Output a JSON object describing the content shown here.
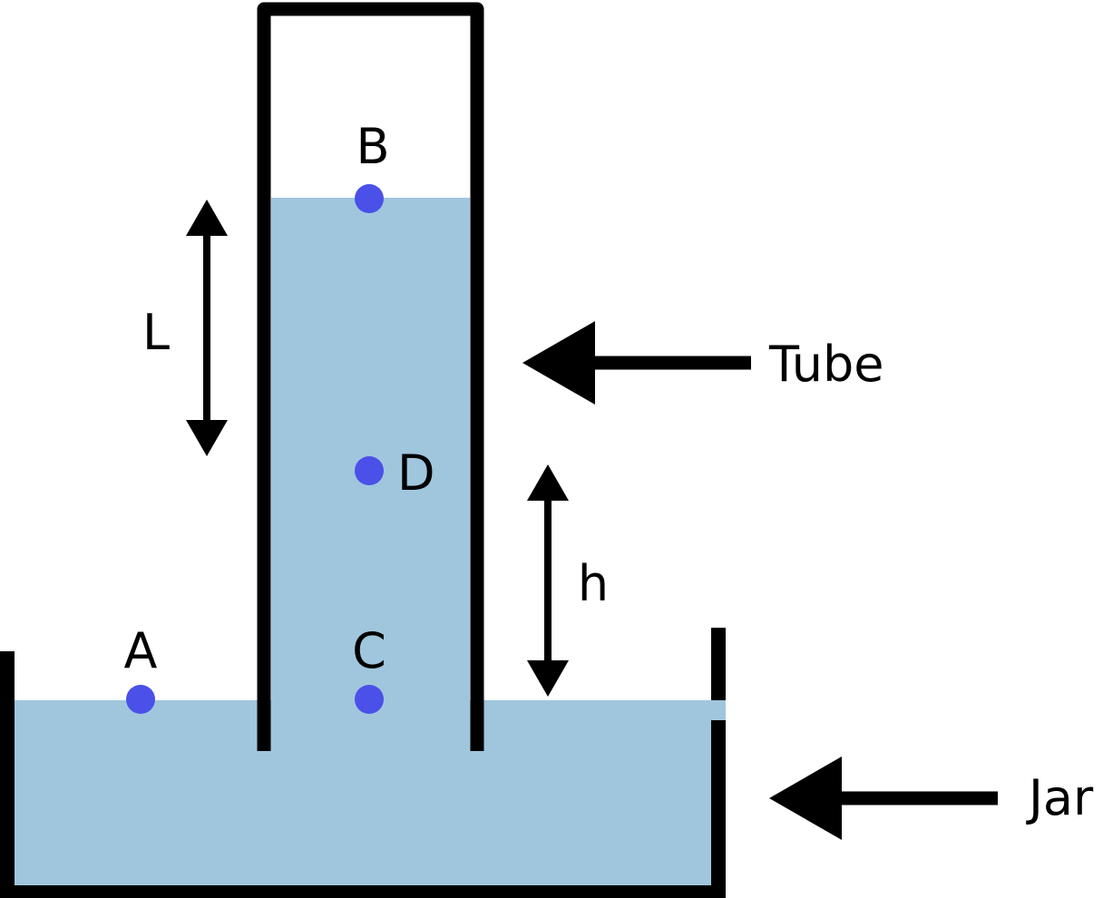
{
  "labels": {
    "A": "A",
    "B": "B",
    "C": "C",
    "D": "D",
    "L": "L",
    "h": "h",
    "tube": "Tube",
    "jar": "Jar"
  },
  "colors": {
    "water": "#a0c6dd",
    "point": "#4a50e8",
    "outline": "#000000"
  }
}
